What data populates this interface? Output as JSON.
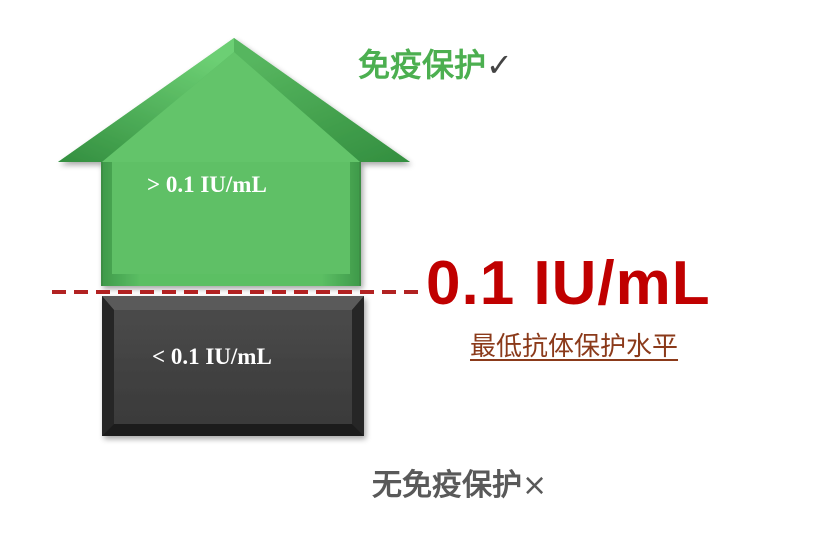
{
  "labels": {
    "protection": "免疫保护",
    "protection_mark": "✓",
    "no_protection": "无免疫保护",
    "no_protection_mark": "×"
  },
  "threshold": {
    "value": "0.1 IU/mL",
    "description": "最低抗体保护水平"
  },
  "arrow": {
    "text": "> 0.1 IU/mL"
  },
  "box": {
    "text": "< 0.1  IU/mL"
  },
  "colors": {
    "arrow_green": "#4caf50",
    "box_dark": "#404040",
    "threshold_red": "#c00000",
    "description_brown": "#8b3a1a"
  }
}
